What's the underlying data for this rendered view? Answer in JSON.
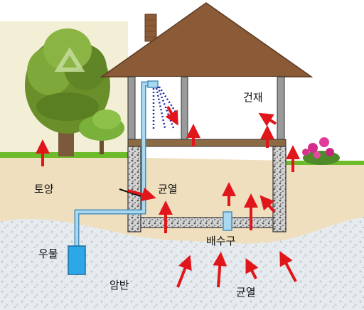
{
  "labels": {
    "building_material": "건재",
    "soil": "토양",
    "crack_wall": "균열",
    "drain": "배수구",
    "well": "우물",
    "bedrock": "암반",
    "crack_rock": "균열"
  },
  "colors": {
    "roof": "#8b5a36",
    "wall_frame": "#8a8a8a",
    "ground": "#f0dfbf",
    "bedrock": "#e9eef3",
    "pipe": "#8cc7e6",
    "water": "#2ea7e6",
    "arrow": "#e0161b",
    "grass": "#6dbb2a",
    "spray": "#1f2aa8"
  }
}
